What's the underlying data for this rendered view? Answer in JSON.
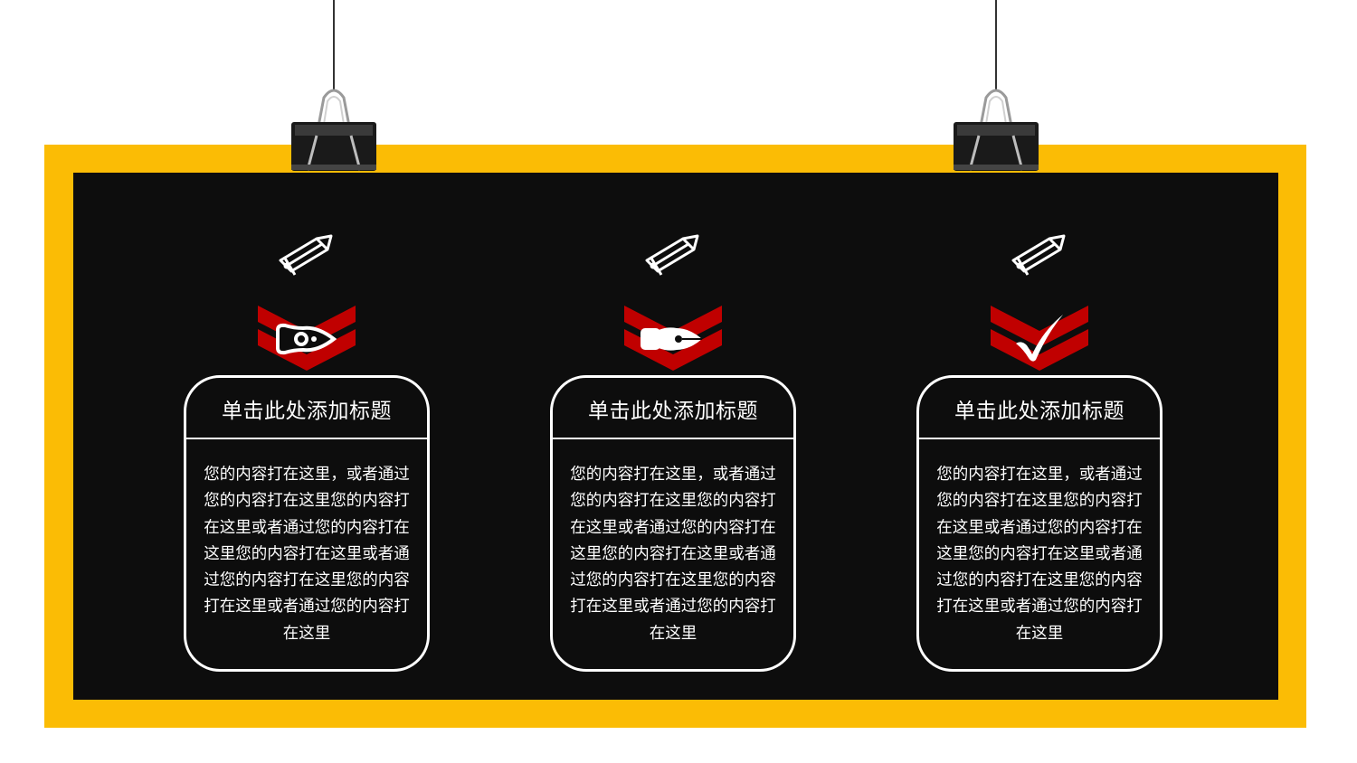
{
  "colors": {
    "frame": "#fbbc05",
    "board": "#0d0d0d",
    "accent_red": "#c00000",
    "text": "#ffffff"
  },
  "cards": [
    {
      "title": "单击此处添加标题",
      "body": "您的内容打在这里，或者通过您的内容打在这里您的内容打在这里或者通过您的内容打在这里您的内容打在这里或者通过您的内容打在这里您的内容打在这里或者通过您的内容打在这里",
      "top_icon": "pencil-icon",
      "badge_icon": "fountain-pen-nib-outline-icon"
    },
    {
      "title": "单击此处添加标题",
      "body": "您的内容打在这里，或者通过您的内容打在这里您的内容打在这里或者通过您的内容打在这里您的内容打在这里或者通过您的内容打在这里您的内容打在这里或者通过您的内容打在这里",
      "top_icon": "pencil-icon",
      "badge_icon": "fountain-pen-nib-filled-icon"
    },
    {
      "title": "单击此处添加标题",
      "body": "您的内容打在这里，或者通过您的内容打在这里您的内容打在这里或者通过您的内容打在这里您的内容打在这里或者通过您的内容打在这里您的内容打在这里或者通过您的内容打在这里",
      "top_icon": "pencil-icon",
      "badge_icon": "checkmark-icon"
    }
  ],
  "hangers": [
    "binder-clip-icon",
    "binder-clip-icon"
  ]
}
